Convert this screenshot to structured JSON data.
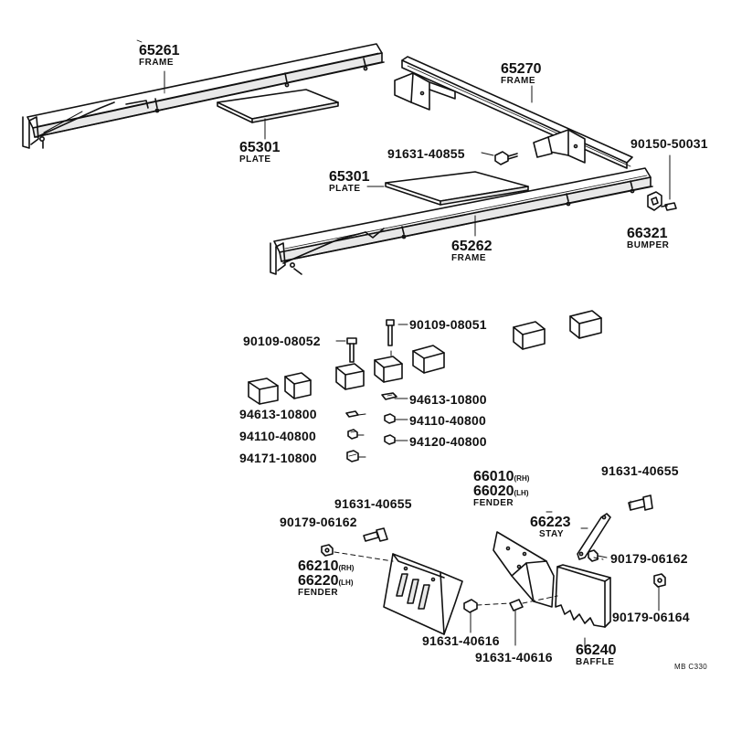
{
  "labels": {
    "p65261": {
      "num": "65261",
      "name": "FRAME"
    },
    "p65270": {
      "num": "65270",
      "name": "FRAME"
    },
    "p65301a": {
      "num": "65301",
      "name": "PLATE"
    },
    "p65301b": {
      "num": "65301",
      "name": "PLATE"
    },
    "p91631_40855": {
      "num": "91631-40855"
    },
    "p90150_50031": {
      "num": "90150-50031"
    },
    "p66321": {
      "num": "66321",
      "name": "BUMPER"
    },
    "p65262": {
      "num": "65262",
      "name": "FRAME"
    },
    "p90109_08051": {
      "num": "90109-08051"
    },
    "p90109_08052": {
      "num": "90109-08052"
    },
    "p94613_10800_r": {
      "num": "94613-10800"
    },
    "p94613_10800_l": {
      "num": "94613-10800"
    },
    "p94110_40800_r": {
      "num": "94110-40800"
    },
    "p94110_40800_l": {
      "num": "94110-40800"
    },
    "p94120_40800": {
      "num": "94120-40800"
    },
    "p94171_10800": {
      "num": "94171-10800"
    },
    "p66010": {
      "num": "66010",
      "suffix": "(RH)"
    },
    "p66020": {
      "num": "66020",
      "suffix": "(LH)",
      "name": "FENDER"
    },
    "p91631_40655_r": {
      "num": "91631-40655"
    },
    "p91631_40655_l": {
      "num": "91631-40655"
    },
    "p90179_06162_l": {
      "num": "90179-06162"
    },
    "p90179_06162_r": {
      "num": "90179-06162"
    },
    "p66223": {
      "num": "66223",
      "name": "STAY"
    },
    "p66210": {
      "num": "66210",
      "suffix": "(RH)"
    },
    "p66220": {
      "num": "66220",
      "suffix": "(LH)",
      "name": "FENDER"
    },
    "p90179_06164": {
      "num": "90179-06164"
    },
    "p91631_40616_l": {
      "num": "91631-40616"
    },
    "p91631_40616_r": {
      "num": "91631-40616"
    },
    "p66240": {
      "num": "66240",
      "name": "BAFFLE"
    }
  },
  "drawing_code": "MB C330",
  "colors": {
    "ink": "#111111",
    "paper": "#ffffff",
    "fill": "#e8e8e8"
  }
}
